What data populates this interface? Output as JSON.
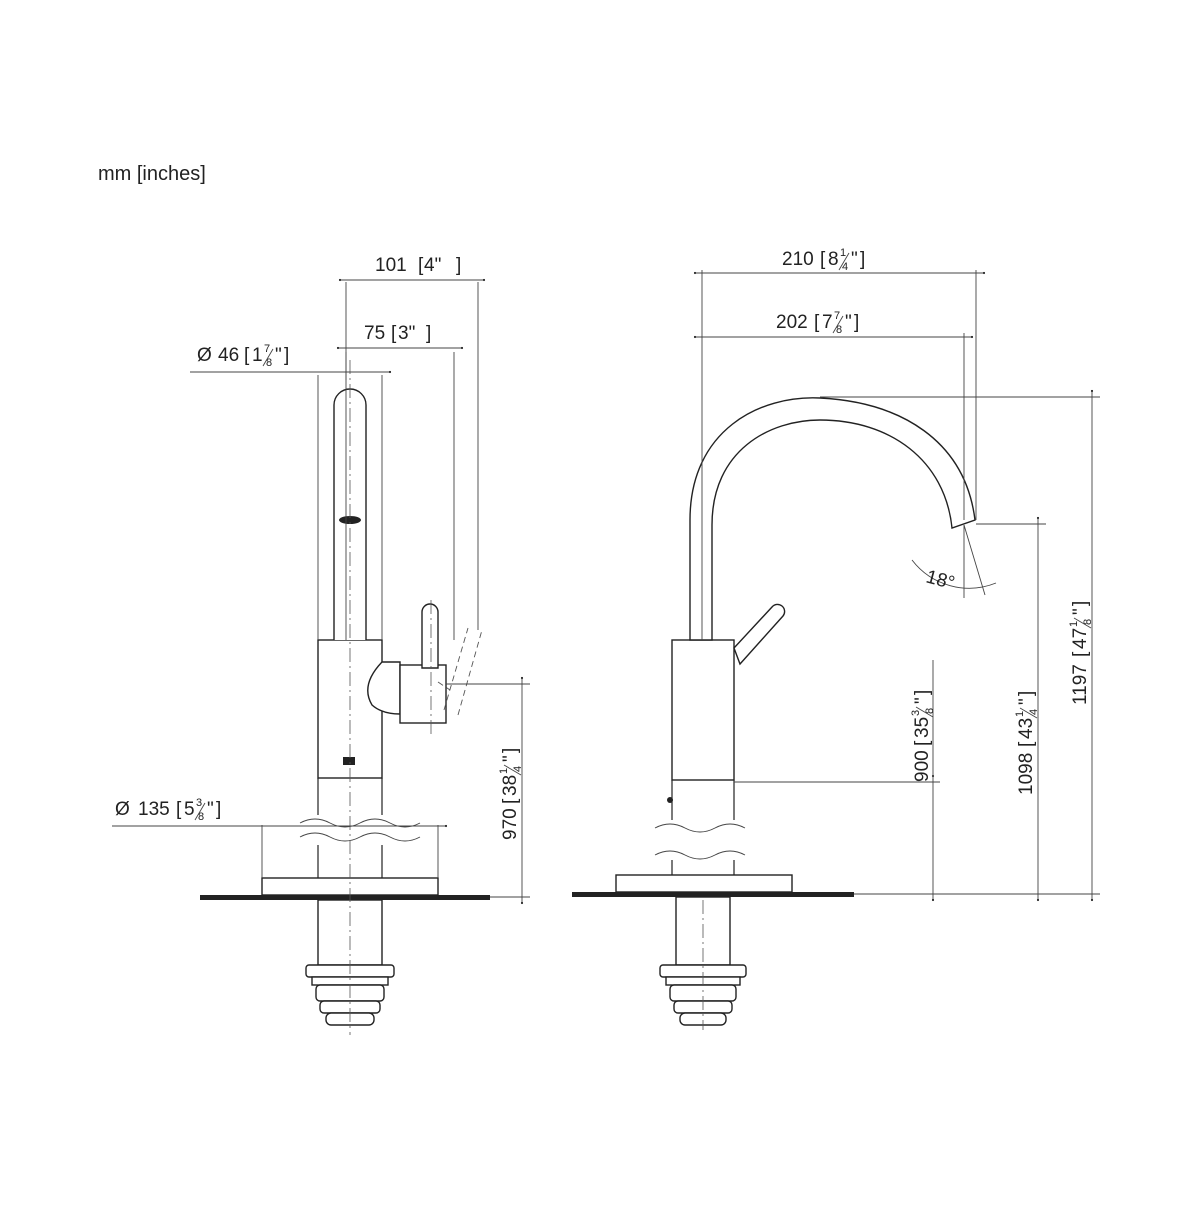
{
  "units_label": "mm [inches]",
  "front_view": {
    "overall_width": {
      "mm": "101",
      "inch": "4\""
    },
    "handle_offset": {
      "mm": "75",
      "inch": "3\""
    },
    "spout_diameter": {
      "symbol": "Ø",
      "mm": "46",
      "inch_whole": "1",
      "inch_num": "7",
      "inch_den": "8",
      "inch_mark": "\""
    },
    "base_diameter": {
      "symbol": "Ø",
      "mm": "135",
      "inch_whole": "5",
      "inch_num": "3",
      "inch_den": "8",
      "inch_mark": "\""
    },
    "handle_height": {
      "mm": "970",
      "inch_whole": "38",
      "inch_num": "1",
      "inch_den": "4",
      "inch_mark": "\""
    }
  },
  "side_view": {
    "overall_reach": {
      "mm": "210",
      "inch_whole": "8",
      "inch_num": "1",
      "inch_den": "4",
      "inch_mark": "\""
    },
    "spout_reach": {
      "mm": "202",
      "inch_whole": "7",
      "inch_num": "7",
      "inch_den": "8",
      "inch_mark": "\""
    },
    "spout_angle": "18°",
    "body_height": {
      "mm": "900",
      "inch_whole": "35",
      "inch_num": "3",
      "inch_den": "8",
      "inch_mark": "\""
    },
    "outlet_height": {
      "mm": "1098",
      "inch_whole": "43",
      "inch_num": "1",
      "inch_den": "4",
      "inch_mark": "\""
    },
    "total_height": {
      "mm": "1197",
      "inch_whole": "47",
      "inch_num": "1",
      "inch_den": "8",
      "inch_mark": "\""
    }
  }
}
